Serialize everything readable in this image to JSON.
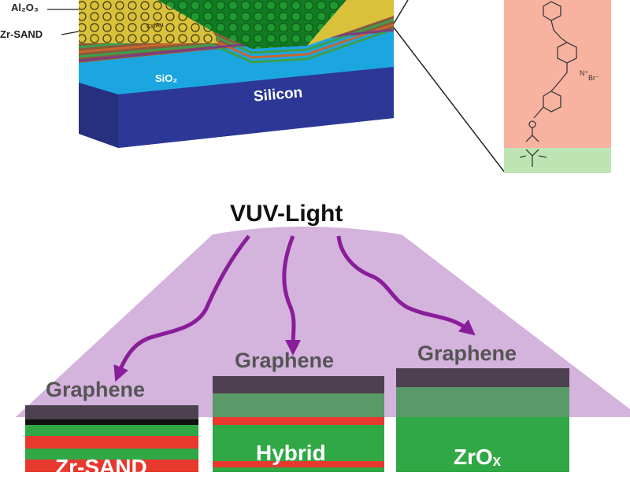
{
  "device": {
    "labels": {
      "al2o3": "Al₂O₃",
      "zr_sand": "Zr-SAND",
      "cr_au": "Cr/Au",
      "sio2": "SiO₂",
      "silicon": "Silicon"
    }
  },
  "molecule": {
    "bromide": "Br⁻",
    "cation": "N⁺"
  },
  "vuv": {
    "title": "VUV-Light"
  },
  "stacks": [
    {
      "top_label": "Graphene",
      "body_label": "Zr-SAND"
    },
    {
      "top_label": "Graphene",
      "body_label": "Hybrid"
    },
    {
      "top_label": "Graphene",
      "body_label": "ZrOₓ"
    }
  ],
  "colors": {
    "silicon": "#27307f",
    "sio2": "#1ba6e0",
    "gold": "#d9c23a",
    "graphene": "#15902a",
    "molecule_panel": "#f7b3a0",
    "molecule_base": "#bfe4b4",
    "vuv_glow": "#d4b3dd",
    "arrow": "#8a1d9a",
    "stack_cap": "#4d4050",
    "red_layer": "#e8392f",
    "green_layer": "#2fa845"
  }
}
